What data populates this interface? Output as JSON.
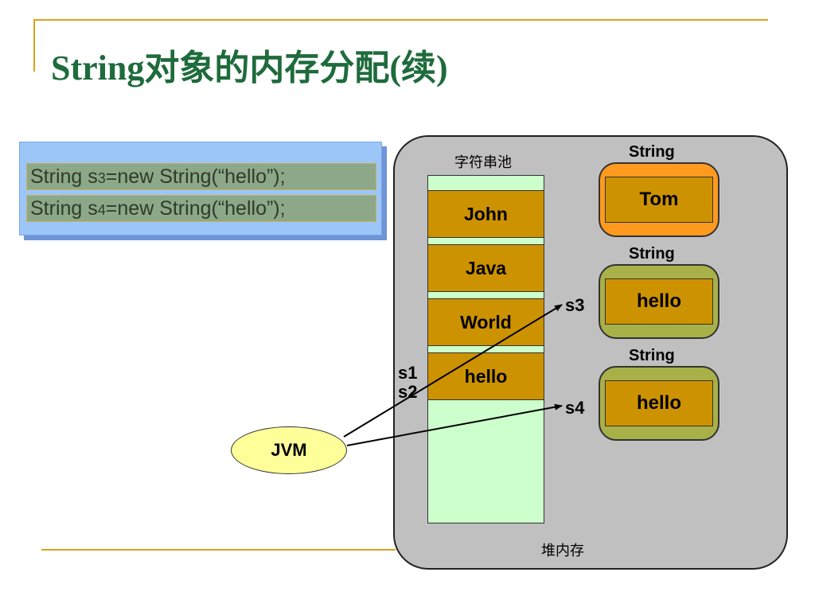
{
  "slide": {
    "title": "String对象的内存分配(续)"
  },
  "code": {
    "line1": {
      "prefix": "String s",
      "num": "3",
      "suffix": "=new String(“hello”);"
    },
    "line2": {
      "prefix": "String s",
      "num": "4",
      "suffix": "=new String(“hello”);"
    }
  },
  "diagram": {
    "pool_label": "字符串池",
    "heap_label": "堆内存",
    "pool_items": [
      "John",
      "Java",
      "World",
      "hello"
    ],
    "objects": [
      {
        "type_label": "String",
        "value": "Tom",
        "color": "#ff9a1f"
      },
      {
        "type_label": "String",
        "value": "hello",
        "color": "#a8b048"
      },
      {
        "type_label": "String",
        "value": "hello",
        "color": "#a8b048"
      }
    ],
    "refs": {
      "s1": "s1",
      "s2": "s2",
      "s3": "s3",
      "s4": "s4"
    },
    "jvm_label": "JVM"
  }
}
